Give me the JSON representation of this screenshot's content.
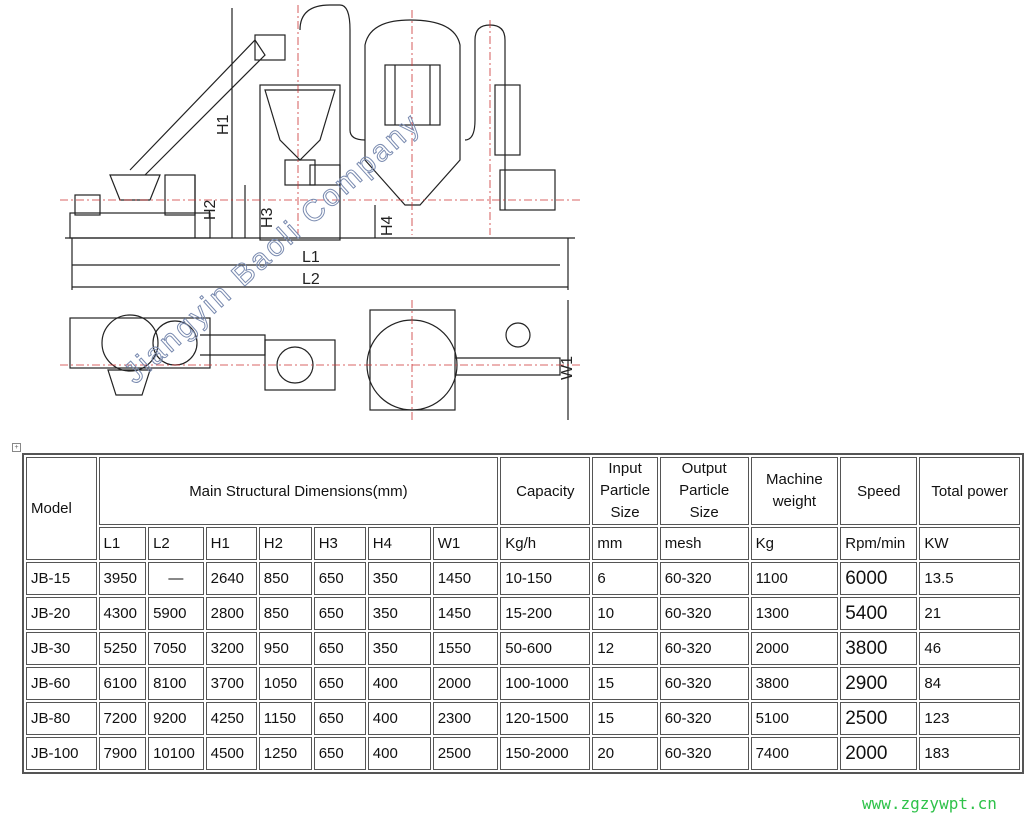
{
  "drawing": {
    "dimension_labels": {
      "h1": "H1",
      "h2": "H2",
      "h3": "H3",
      "h4": "H4",
      "l1": "L1",
      "l2": "L2",
      "w1": "W1"
    },
    "watermark": "Jiangyin Baoli Company"
  },
  "table": {
    "headers": {
      "model": "Model",
      "main_dims": "Main Structural Dimensions(mm)",
      "capacity": "Capacity",
      "input_size": "Input Particle Size",
      "output_size": "Output Particle Size",
      "weight": "Machine weight",
      "speed": "Speed",
      "power": "Total power"
    },
    "units": [
      "L1",
      "L2",
      "H1",
      "H2",
      "H3",
      "H4",
      "W1",
      "Kg/h",
      "mm",
      "mesh",
      "Kg",
      "Rpm/min",
      "KW"
    ],
    "rows": [
      [
        "JB-15",
        "3950",
        "—",
        "2640",
        "850",
        "650",
        "350",
        "1450",
        "10-150",
        "6",
        "60-320",
        "1100",
        "6000",
        "13.5"
      ],
      [
        "JB-20",
        "4300",
        "5900",
        "2800",
        "850",
        "650",
        "350",
        "1450",
        "15-200",
        "10",
        "60-320",
        "1300",
        "5400",
        "21"
      ],
      [
        "JB-30",
        "5250",
        "7050",
        "3200",
        "950",
        "650",
        "350",
        "1550",
        "50-600",
        "12",
        "60-320",
        "2000",
        "3800",
        "46"
      ],
      [
        "JB-60",
        "6100",
        "8100",
        "3700",
        "1050",
        "650",
        "400",
        "2000",
        "100-1000",
        "15",
        "60-320",
        "3800",
        "2900",
        "84"
      ],
      [
        "JB-80",
        "7200",
        "9200",
        "4250",
        "1150",
        "650",
        "400",
        "2300",
        "120-1500",
        "15",
        "60-320",
        "5100",
        "2500",
        "123"
      ],
      [
        "JB-100",
        "7900",
        "10100",
        "4500",
        "1250",
        "650",
        "400",
        "2500",
        "150-2000",
        "20",
        "60-320",
        "7400",
        "2000",
        "183"
      ]
    ]
  },
  "site_watermark": "www.zgzywpt.cn"
}
